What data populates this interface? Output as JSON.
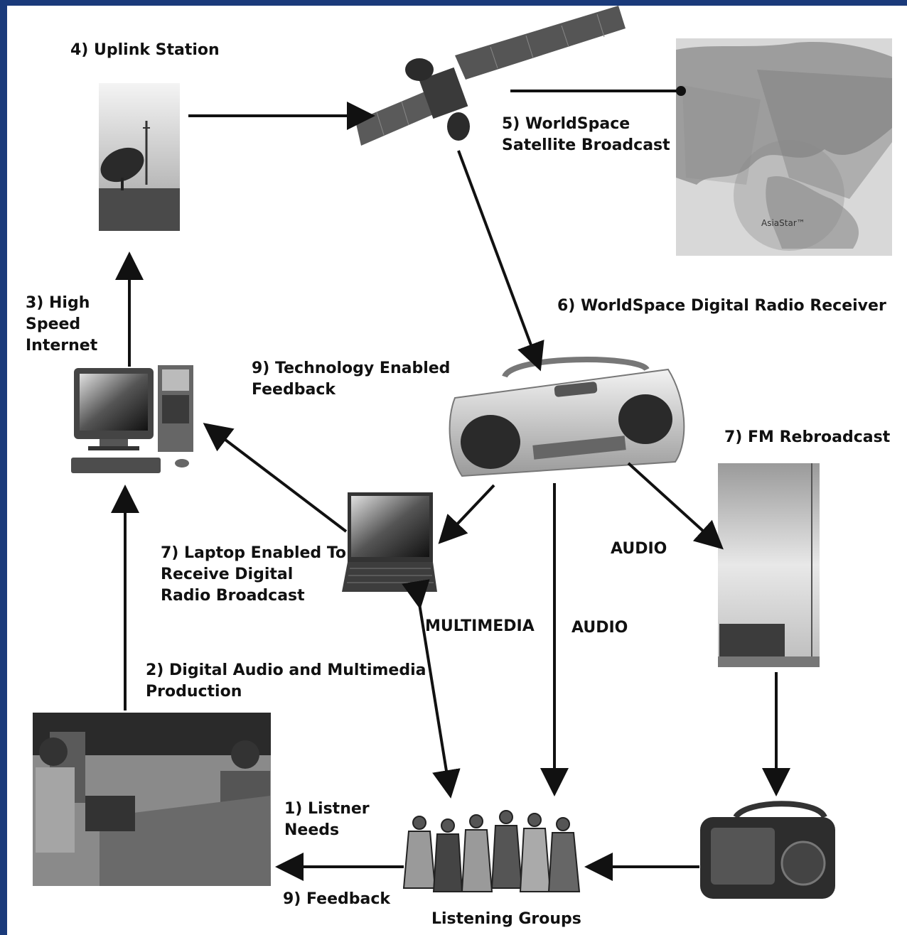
{
  "labels": {
    "uplink": "4) Uplink Station",
    "satellite": "5) WorldSpace\nSatellite Broadcast",
    "internet": "3) High\nSpeed\nInternet",
    "receiver": "6) WorldSpace Digital Radio Receiver",
    "tech_feedback": "9) Technology Enabled\nFeedback",
    "fm": "7) FM Rebroadcast",
    "laptop": "7) Laptop Enabled To\n Receive Digital\nRadio Broadcast",
    "audio_right": "AUDIO",
    "multimedia": "MULTIMEDIA",
    "audio_center": "AUDIO",
    "production": "2) Digital Audio and Multimedia\nProduction",
    "needs": "1) Listner\nNeeds",
    "feedback": "9) Feedback",
    "groups": "Listening Groups",
    "map_tag": "AsiaStar™"
  },
  "icons": [
    "satellite-dish-icon",
    "satellite-icon",
    "coverage-map-icon",
    "computer-icon",
    "boombox-icon",
    "laptop-icon",
    "fm-tower-icon",
    "studio-photo-icon",
    "listening-group-icon",
    "portable-radio-icon"
  ],
  "colors": {
    "frame": "#1a3a7a",
    "ink": "#111111",
    "photo_gray": "#8a8a8a"
  }
}
